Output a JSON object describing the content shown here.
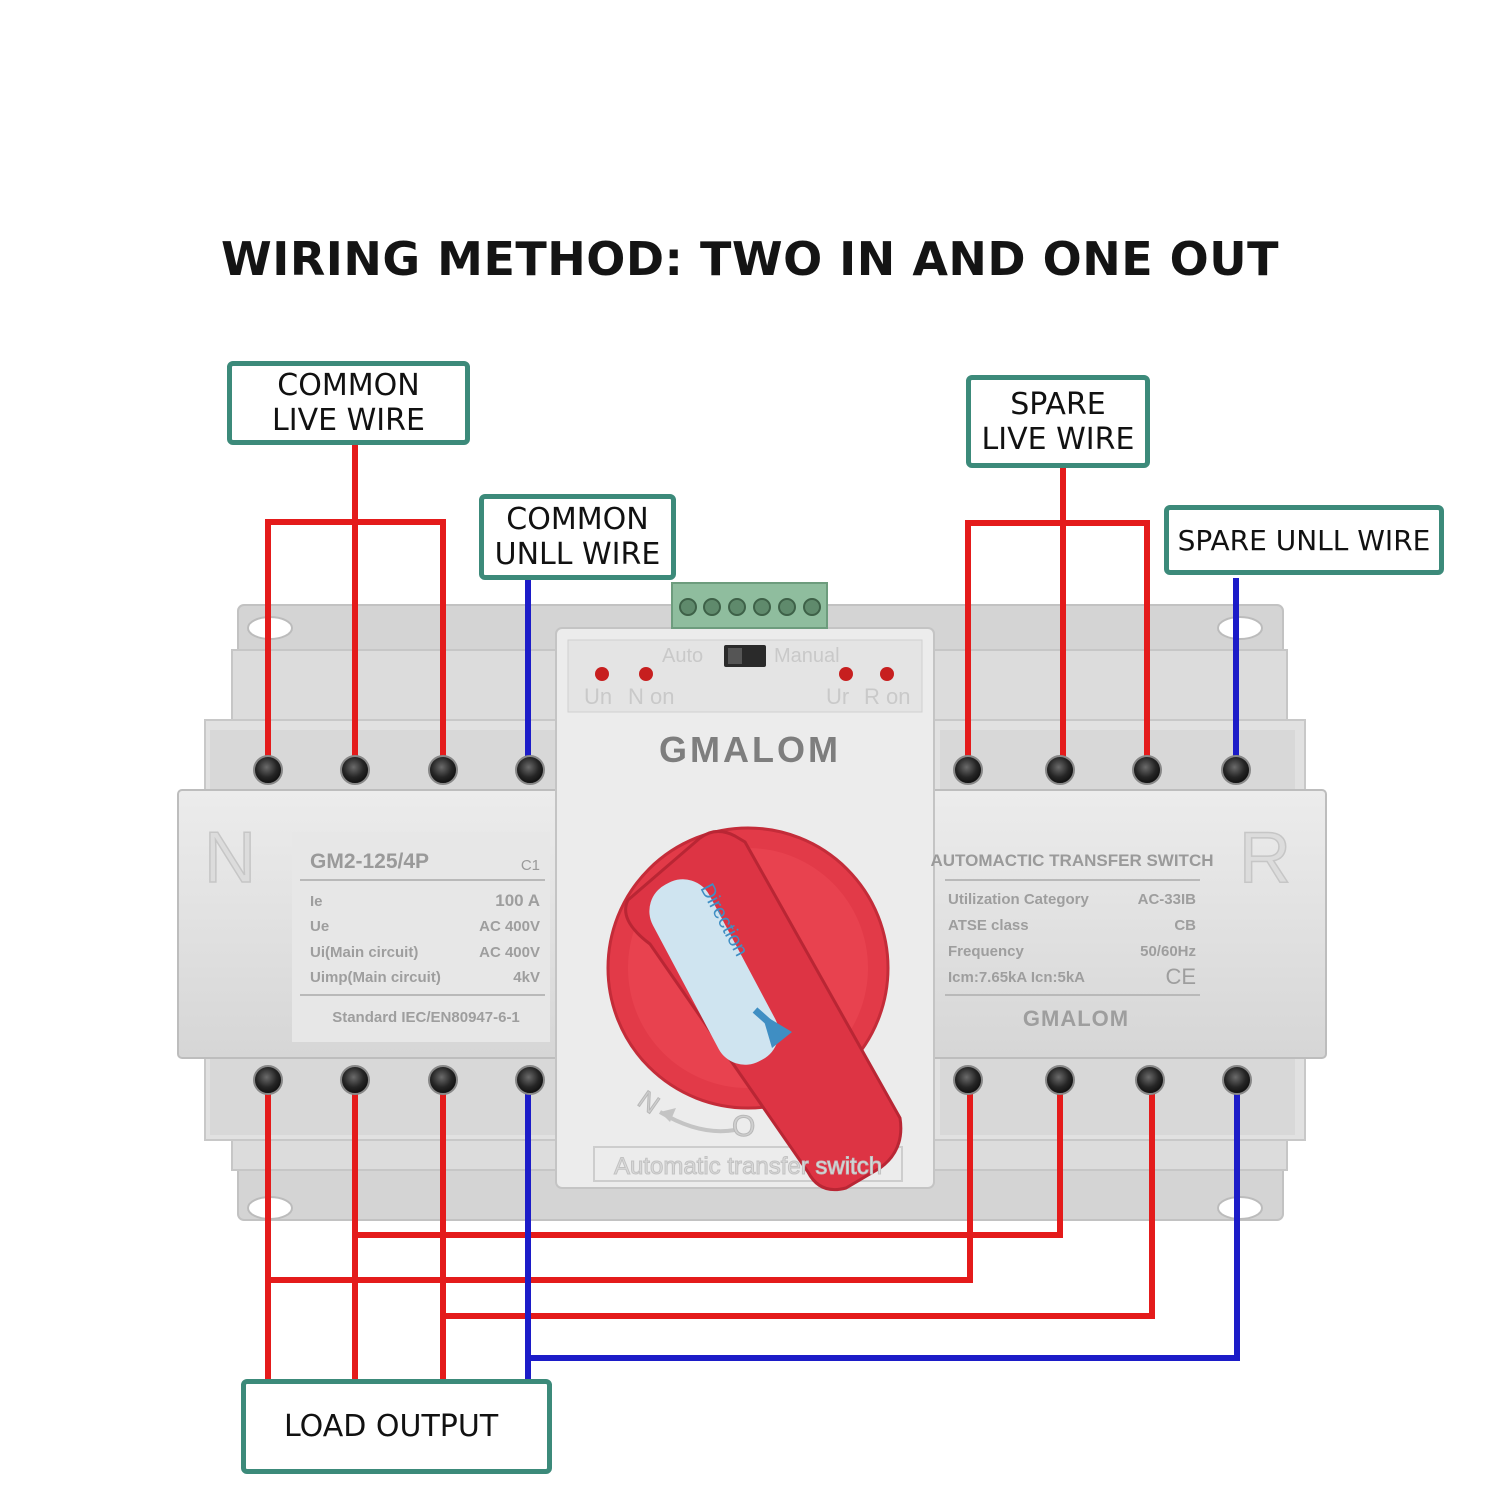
{
  "title": "WIRING METHOD: TWO IN AND ONE OUT",
  "callouts": {
    "common_live": "COMMON\nLIVE WIRE",
    "common_null": "COMMON\nUNLL WIRE",
    "spare_live": "SPARE\nLIVE WIRE",
    "spare_null": "SPARE UNLL WIRE",
    "load_output": "LOAD OUTPUT"
  },
  "device": {
    "brand": "GMALOM",
    "indicators": {
      "auto": "Auto",
      "manual": "Manual",
      "un": "Un",
      "n_on": "N on",
      "ur": "Ur",
      "r_on": "R on"
    },
    "left_panel": {
      "side_letter": "N",
      "model": "GM2-125/4P",
      "class_code": "C1",
      "specs": [
        {
          "label": "Ie",
          "value": "100 A"
        },
        {
          "label": "Ue",
          "value": "AC 400V"
        },
        {
          "label": "Ui(Main circuit)",
          "value": "AC 400V"
        },
        {
          "label": "Uimp(Main circuit)",
          "value": "4kV"
        }
      ],
      "standard": "Standard IEC/EN80947-6-1"
    },
    "right_panel": {
      "side_letter": "R",
      "heading": "AUTOMACTIC TRANSFER SWITCH",
      "specs": [
        {
          "label": "Utilization Category",
          "value": "AC-33IB"
        },
        {
          "label": "ATSE class",
          "value": "CB"
        },
        {
          "label": "Frequency",
          "value": "50/60Hz"
        }
      ],
      "icm_line": "Icm:7.65kA  Icn:5kA",
      "ce_mark": "CE",
      "brand": "GMALOM"
    },
    "handle_label": "Direction",
    "dial": {
      "n": "N",
      "o": "O"
    },
    "bottom_text": "Automatic transfer switch"
  },
  "colors": {
    "live_wire": "#e41b1b",
    "null_wire": "#1c1cc8",
    "callout_border": "#3c8a7a",
    "handle": "#e23a48"
  }
}
